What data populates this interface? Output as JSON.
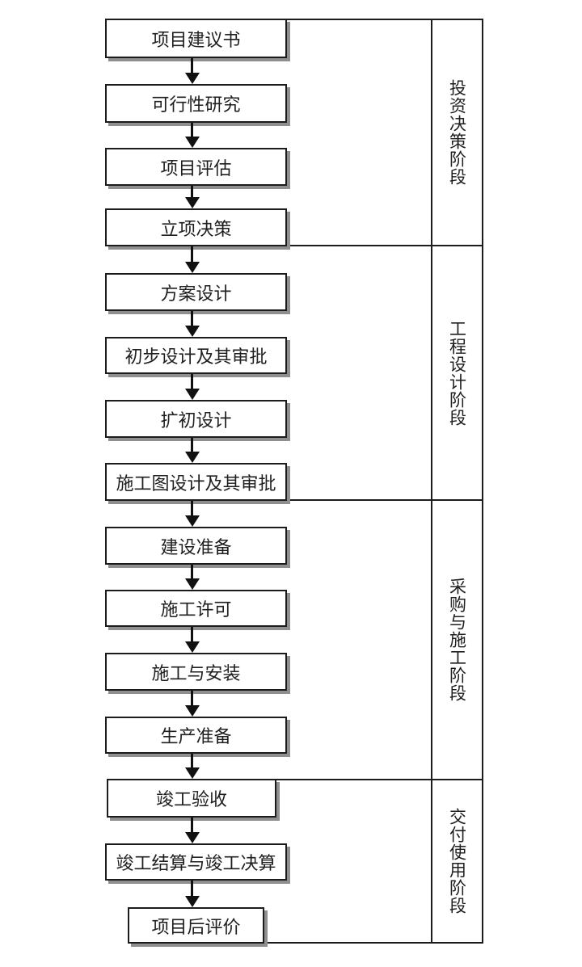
{
  "flow": {
    "boxes": [
      {
        "label": "项目建议书"
      },
      {
        "label": "可行性研究"
      },
      {
        "label": "项目评估"
      },
      {
        "label": "立项决策"
      },
      {
        "label": "方案设计"
      },
      {
        "label": "初步设计及其审批"
      },
      {
        "label": "扩初设计"
      },
      {
        "label": "施工图设计及其审批"
      },
      {
        "label": "建设准备"
      },
      {
        "label": "施工许可"
      },
      {
        "label": "施工与安装"
      },
      {
        "label": "生产准备"
      },
      {
        "label": "竣工验收"
      },
      {
        "label": "竣工结算与竣工决算"
      },
      {
        "label": "项目后评价"
      }
    ],
    "phases": [
      {
        "label": "投资决策阶段"
      },
      {
        "label": "工程设计阶段"
      },
      {
        "label": "采购与施工阶段"
      },
      {
        "label": "交付使用阶段"
      }
    ],
    "colors": {
      "line": "#1c1c1c",
      "shadow": "#8f8f8f",
      "text": "#1f1f1f",
      "background": "#ffffff"
    }
  }
}
